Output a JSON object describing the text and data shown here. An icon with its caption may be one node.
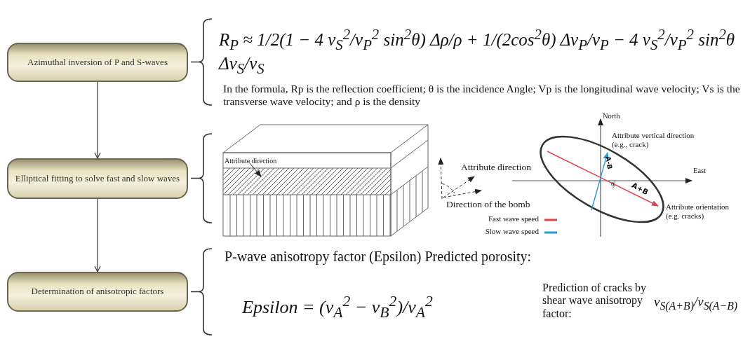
{
  "diagram": {
    "nodes": [
      {
        "text": [
          "Azimuthal inversion of P and S-waves"
        ]
      },
      {
        "text": [
          "Elliptical fitting to solve fast and slow waves"
        ]
      },
      {
        "text": [
          "Determination of anisotropic factors"
        ]
      }
    ],
    "edges": [
      {
        "from": 0,
        "to": 1,
        "arrow": "to"
      },
      {
        "from": 1,
        "to": 2,
        "arrow": "to"
      }
    ],
    "labels": [
      "R$_{P}$ ≈ 1/2(1 − 4 v$_{S}$$^{2}$/v$_{P}$$^{2}$ sin$^{2}$θ) Δρ/ρ + 1/(2cos$^{2}$θ) Δv$_{P}$/v$_{P}$ − 4 v$_{S}$$^{2}$/v$_{P}$$^{2}$ sin$^{2}$θ Δv$_{S}$/v$_{S}$",
      "In the formula, Rp is the reflection coefficient; θ is the incidence Angle; Vp is the longitudinal wave velocity; Vs is the transverse wave velocity; and ρ is the density",
      "Attribute direction",
      "Attribute direction",
      "Direction of the bomb",
      "North",
      "Attribute vertical direction (e.g., crack)",
      "East",
      "A-B",
      "θ",
      "A+B",
      "Attribute orientation (e.g. cracks)",
      "P-wave anisotropy factor (Epsilon) Predicted porosity:",
      "Epsilon = (v$_{A}$$^{2}$ − v$_{B}$$^{2}$)/v$_{A}$$^{2}$",
      "Prediction of cracks by shear wave anisotropy factor:",
      "v$_{S(A+B)}$/v$_{S(A−B)}$"
    ],
    "legend": [
      {
        "text": "Fast wave speed"
      },
      {
        "text": "Slow wave speed"
      }
    ]
  }
}
